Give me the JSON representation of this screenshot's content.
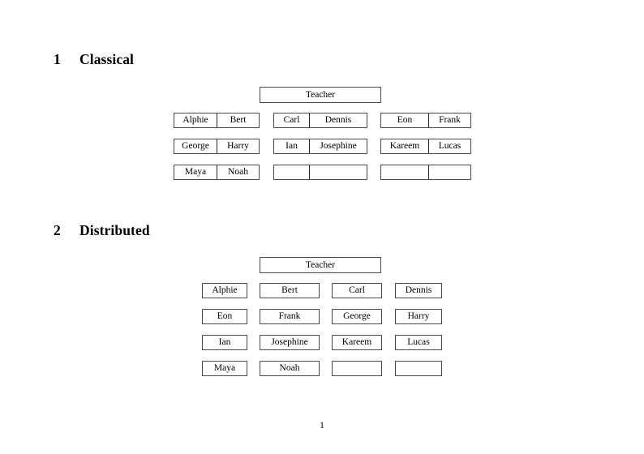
{
  "document": {
    "page_number": "1",
    "sections": [
      {
        "number": "1",
        "title": "Classical",
        "root_label": "Teacher",
        "layout": "paired-columns",
        "groups": [
          {
            "rows": [
              [
                "Alphie",
                "Bert"
              ],
              [
                "George",
                "Harry"
              ],
              [
                "Maya",
                "Noah"
              ]
            ]
          },
          {
            "rows": [
              [
                "Carl",
                "Dennis"
              ],
              [
                "Ian",
                "Josephine"
              ],
              [
                "",
                ""
              ]
            ]
          },
          {
            "rows": [
              [
                "Eon",
                "Frank"
              ],
              [
                "Kareem",
                "Lucas"
              ],
              [
                "",
                ""
              ]
            ]
          }
        ]
      },
      {
        "number": "2",
        "title": "Distributed",
        "root_label": "Teacher",
        "layout": "independent-boxes",
        "rows": [
          [
            "Alphie",
            "Bert",
            "Carl",
            "Dennis"
          ],
          [
            "Eon",
            "Frank",
            "George",
            "Harry"
          ],
          [
            "Ian",
            "Josephine",
            "Kareem",
            "Lucas"
          ],
          [
            "Maya",
            "Noah",
            "",
            ""
          ]
        ]
      }
    ]
  },
  "style": {
    "page_background": "#ffffff",
    "text_color": "#000000",
    "border_color": "#4a4a4a",
    "divider_color": "#262626"
  }
}
